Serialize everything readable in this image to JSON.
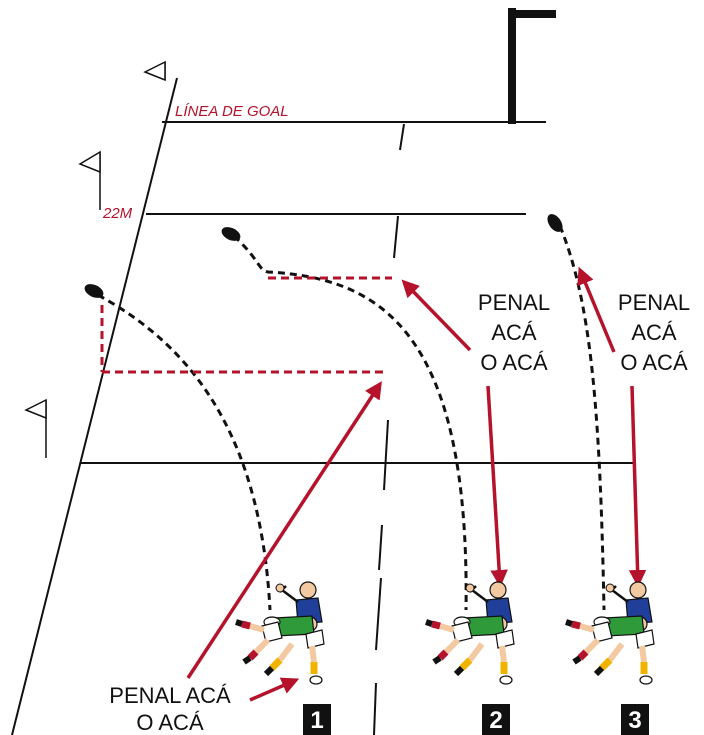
{
  "field": {
    "goal_line_label": "LÍNEA DE GOAL",
    "line_22_label": "22M"
  },
  "callouts": {
    "kick1_line1": "PENAL ACÁ",
    "kick1_line2": "O ACÁ",
    "kick2_line1": "PENAL",
    "kick2_line2": "ACÁ",
    "kick2_line3": "O ACÁ",
    "kick3_line1": "PENAL",
    "kick3_line2": "ACÁ",
    "kick3_line3": "O ACÁ"
  },
  "scenarios": [
    "1",
    "2",
    "3"
  ],
  "colors": {
    "line": "#111111",
    "accent": "#b5122b",
    "jersey_blue": "#1f3f9a",
    "jersey_green": "#2e9a3a",
    "sock_red": "#b5122b",
    "sock_yellow": "#f0b400"
  }
}
